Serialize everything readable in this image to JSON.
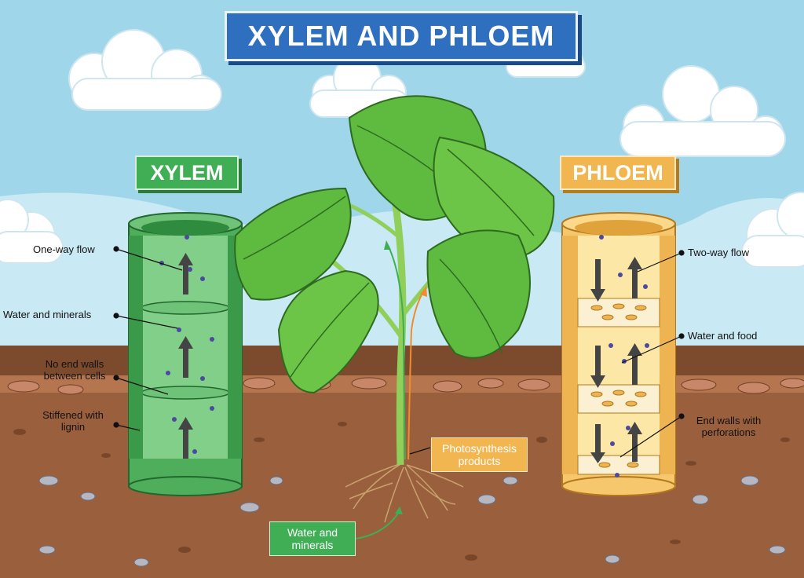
{
  "title": "XYLEM AND PHLOEM",
  "xylem": {
    "tag": "XYLEM",
    "labels": {
      "one_way": "One-way flow",
      "water_minerals": "Water and minerals",
      "no_end_walls_1": "No end walls",
      "no_end_walls_2": "between cells",
      "stiffened_1": "Stiffened with",
      "stiffened_2": "lignin"
    }
  },
  "phloem": {
    "tag": "PHLOEM",
    "labels": {
      "two_way": "Two-way flow",
      "water_food": "Water and food",
      "end_walls_1": "End walls with",
      "end_walls_2": "perforations"
    }
  },
  "plant": {
    "photosynthesis_1": "Photosynthesis",
    "photosynthesis_2": "products",
    "water_1": "Water and",
    "water_2": "minerals"
  },
  "colors": {
    "sky": "#9fd6ea",
    "soil": "#9a5f3d",
    "title_box": "#2e6fbf",
    "xylem": "#3fae55",
    "phloem": "#f2b650"
  }
}
